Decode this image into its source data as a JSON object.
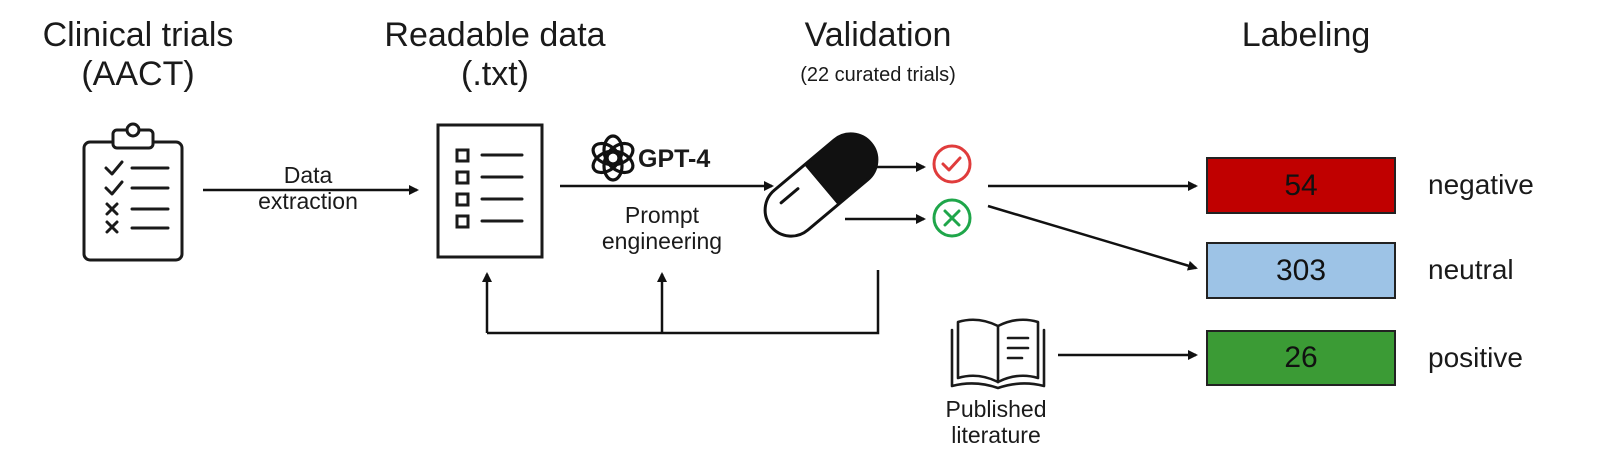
{
  "headings": {
    "clinical_line1": "Clinical trials",
    "clinical_line2": "(AACT)",
    "readable_line1": "Readable data",
    "readable_line2": "(.txt)",
    "validation": "Validation",
    "validation_sub": "(22 curated trials)",
    "labeling": "Labeling"
  },
  "arrows": {
    "data_extraction_line1": "Data",
    "data_extraction_line2": "extraction",
    "model_name": "GPT-4",
    "prompt_line1": "Prompt",
    "prompt_line2": "engineering"
  },
  "literature": {
    "line1": "Published",
    "line2": "literature"
  },
  "labels": [
    {
      "count": "54",
      "name": "negative",
      "color": "#c00000"
    },
    {
      "count": "303",
      "name": "neutral",
      "color": "#9dc3e6"
    },
    {
      "count": "26",
      "name": "positive",
      "color": "#3b9b35"
    }
  ],
  "colors": {
    "check_red": "#e03c3c",
    "cross_green": "#1fa64a"
  },
  "icons": [
    "clipboard-checklist-icon",
    "document-list-icon",
    "openai-logo-icon",
    "pill-capsule-icon",
    "check-circle-icon",
    "cross-circle-icon",
    "open-book-icon"
  ]
}
